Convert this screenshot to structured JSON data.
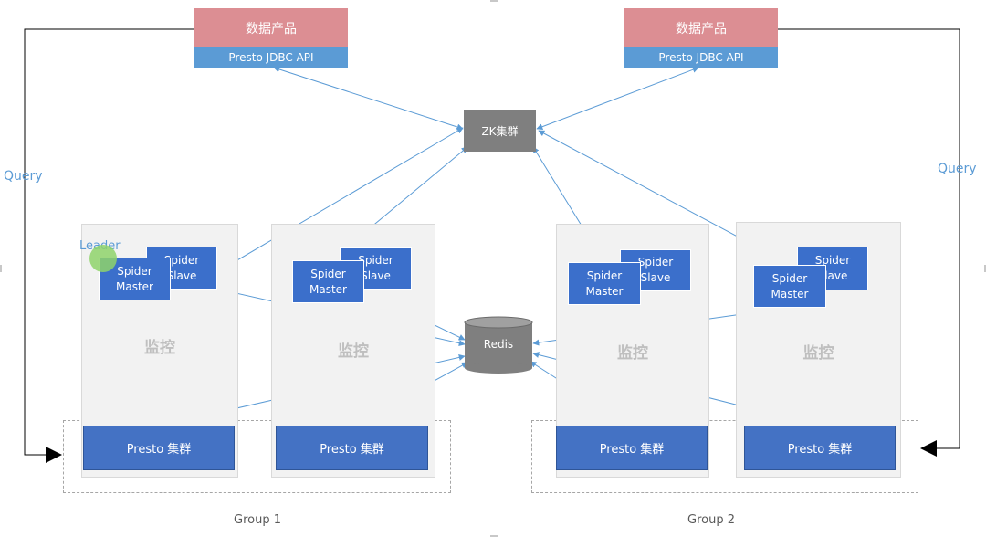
{
  "products": [
    {
      "title": "数据产品",
      "api": "Presto JDBC API"
    },
    {
      "title": "数据产品",
      "api": "Presto JDBC API"
    }
  ],
  "zk": {
    "label": "ZK集群"
  },
  "redis": {
    "label": "Redis"
  },
  "query_labels": [
    "Query",
    "Query"
  ],
  "leader": {
    "label": "Leader"
  },
  "nodes": [
    {
      "slave": "Spider\nSlave",
      "master": "Spider\nMaster",
      "monitor": "监控",
      "presto": "Presto 集群"
    },
    {
      "slave": "Spider\nSlave",
      "master": "Spider\nMaster",
      "monitor": "监控",
      "presto": "Presto 集群"
    },
    {
      "slave": "Spider\nSlave",
      "master": "Spider\nMaster",
      "monitor": "监控",
      "presto": "Presto 集群"
    },
    {
      "slave": "Spider\nSlave",
      "master": "Spider\nMaster",
      "monitor": "监控",
      "presto": "Presto 集群"
    }
  ],
  "groups": [
    "Group 1",
    "Group 2"
  ],
  "colors": {
    "arrow": "#5b9bd5",
    "product_top": "#dc8e93",
    "product_api": "#5b9bd5",
    "box": "#4472c4",
    "zk": "#7f7f7f",
    "redis": "#7f7f7f",
    "leader_dot": "#8fd36b"
  }
}
